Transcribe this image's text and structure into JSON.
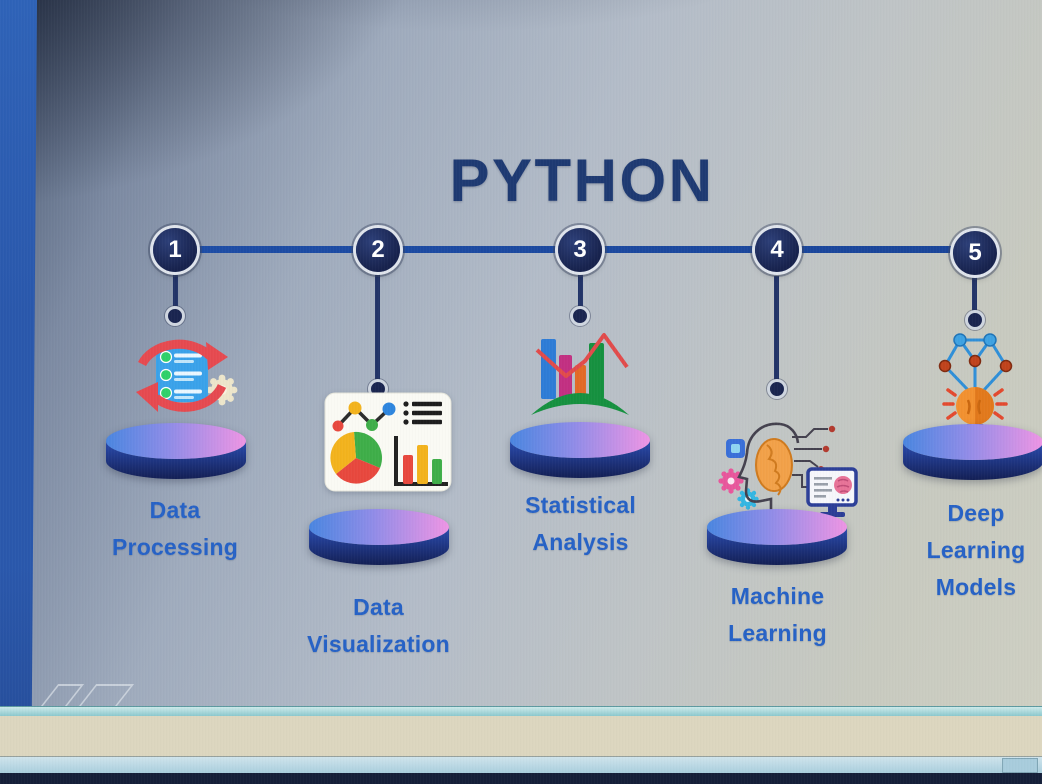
{
  "title": "PYTHON",
  "steps": [
    {
      "number": "1",
      "label": "Data Processing",
      "lines": [
        "Data",
        "Processing"
      ],
      "icon": "data-processing-sync-icon"
    },
    {
      "number": "2",
      "label": "Data Visualization",
      "lines": [
        "Data",
        "Visualization"
      ],
      "icon": "dashboard-charts-icon"
    },
    {
      "number": "3",
      "label": "Statistical Analysis",
      "lines": [
        "Statistical",
        "Analysis"
      ],
      "icon": "bar-graph-trend-icon"
    },
    {
      "number": "4",
      "label": "Machine Learning",
      "lines": [
        "Machine",
        "Learning"
      ],
      "icon": "head-circuit-brain-icon"
    },
    {
      "number": "5",
      "label": "Deep Learning Models",
      "lines": [
        "Deep",
        "Learning",
        "Models"
      ],
      "icon": "neural-network-bulb-icon"
    }
  ],
  "colors": {
    "title": "#1e3a72",
    "label": "#2662c6",
    "timeline_line": "#1d4da6",
    "node_fill": "#17224d",
    "disc_top_left": "#4a86e0",
    "disc_top_right": "#ee95e4",
    "disc_side": "#1c3796",
    "left_bar": "#2a58ac",
    "strip_teal": "#84c4ca",
    "strip_cream": "#dcd6bf",
    "strip_pale_blue": "#b6d5e2",
    "strip_navy": "#151f39"
  }
}
